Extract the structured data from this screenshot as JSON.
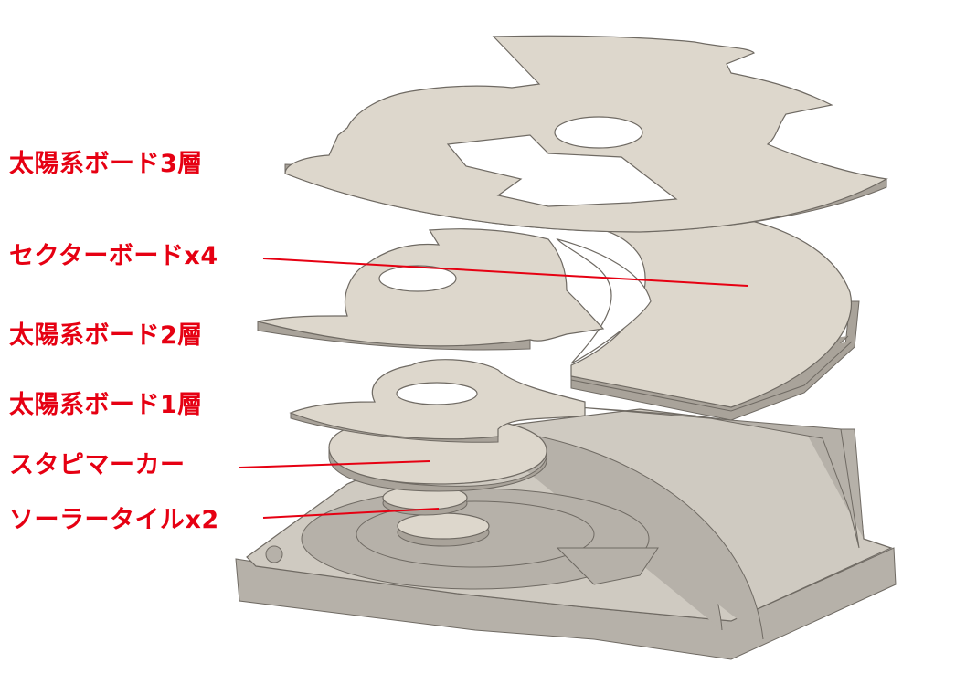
{
  "labels": {
    "solar_board_3": "太陽系ボード3層",
    "sector_board": "セクターボードx4",
    "solar_board_2": "太陽系ボード2層",
    "solar_board_1": "太陽系ボード1層",
    "stapi_marker": "スタピマーカー",
    "solar_tile": "ソーラータイルx2"
  },
  "colors": {
    "label": "#e60012",
    "leader_line": "#e60012",
    "board_face": "#ddd7cc",
    "board_edge": "#a7a198",
    "tray_face": "#cfcac1",
    "tray_side": "#b4afa7"
  }
}
